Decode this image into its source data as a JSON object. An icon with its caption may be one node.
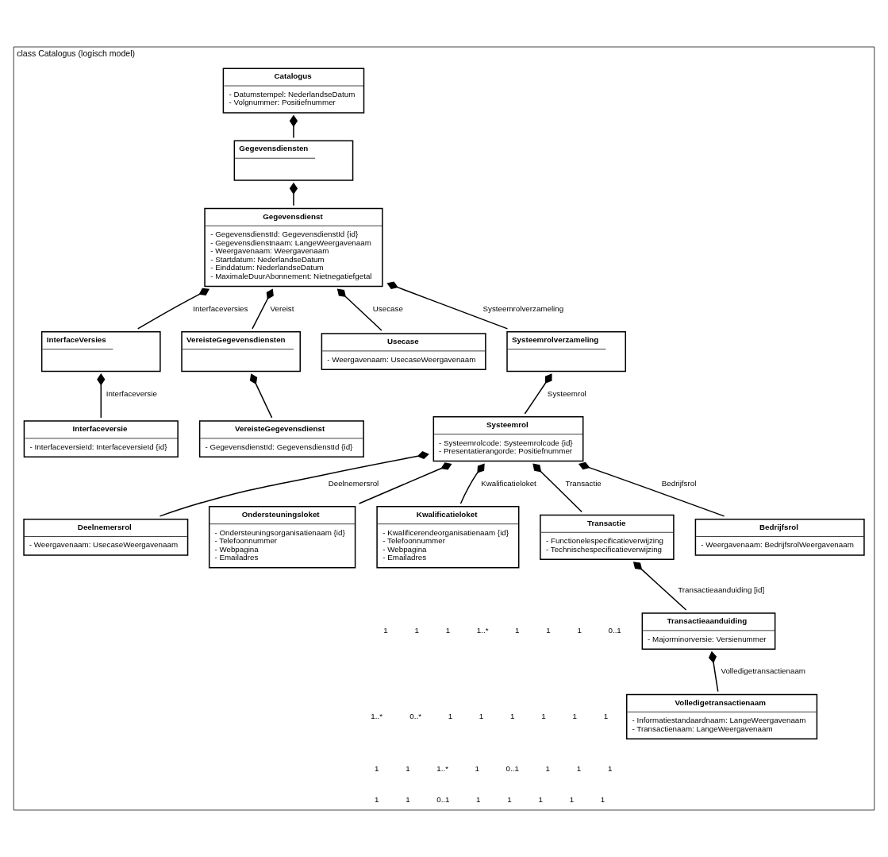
{
  "diagram": {
    "nodes": [
      {
        "text": [
          "class Catalogus (logisch model)"
        ]
      },
      {
        "text": [
          "Catalogus",
          "- Datumstempel: NederlandseDatum",
          "- Volgnummer: Positiefnummer"
        ],
        "in": 0
      },
      {
        "text": [
          "InterfaceVersies"
        ],
        "in": 0
      },
      {
        "text": [
          "Gegevensdiensten"
        ],
        "in": 0
      },
      {
        "text": [
          "VereisteGegevensdiensten"
        ],
        "in": 0
      },
      {
        "text": [
          "VereisteGegevensdienst",
          "- GegevensdienstId: GegevensdienstId {id}"
        ],
        "in": 0
      },
      {
        "text": [
          "Interfaceversie",
          "- InterfaceversieId: InterfaceversieId {id}"
        ],
        "in": 0
      },
      {
        "text": [
          "Gegevensdienst",
          "- GegevensdienstId: GegevensdienstId {id}",
          "- Gegevensdienstnaam: LangeWeergavenaam",
          "- Weergavenaam: Weergavenaam",
          "- Startdatum: NederlandseDatum",
          "- Einddatum: NederlandseDatum",
          "- MaximaleDuurAbonnement: Nietnegatiefgetal"
        ],
        "in": 0
      },
      {
        "text": [
          "Usecase",
          "- Weergavenaam: UsecaseWeergavenaam"
        ],
        "in": 0
      },
      {
        "text": [
          "Systeemrolverzameling"
        ],
        "in": 0
      },
      {
        "text": [
          "Deelnemersrol",
          "- Weergavenaam: UsecaseWeergavenaam"
        ],
        "in": 0
      },
      {
        "text": [
          "Ondersteuningsloket",
          "- Ondersteuningsorganisatienaam {id}",
          "- Telefoonnummer",
          "- Webpagina",
          "- Emailadres"
        ],
        "in": 0
      },
      {
        "text": [
          "Systeemrol",
          "- Systeemrolcode: Systeemrolcode {id}",
          "- Presentatierangorde: Positiefnummer"
        ],
        "in": 0
      },
      {
        "text": [
          "Kwalificatieloket",
          "- Kwalificerendeorganisatienaam {id}",
          "- Telefoonnummer",
          "- Webpagina",
          "- Emailadres"
        ],
        "in": 0
      },
      {
        "text": [
          "Transactie",
          "- Functionelespecificatieverwijzing",
          "- Technischespecificatieverwijzing"
        ],
        "in": 0
      },
      {
        "text": [
          "Bedrijfsrol",
          "- Weergavenaam: BedrijfsrolWeergavenaam"
        ],
        "in": 0
      },
      {
        "text": [
          "Transactieaanduiding",
          "- Majorminorversie: Versienummer"
        ],
        "in": 0
      },
      {
        "text": [
          "Volledigetransactienaam",
          "- Informatiestandaardnaam: LangeWeergavenaam",
          "- Transactienaam: LangeWeergavenaam"
        ],
        "in": 0
      }
    ],
    "edges": [
      {
        "from": 1,
        "to": 3,
        "arrow": "other"
      },
      {
        "from": 2,
        "to": 6,
        "arrow": "other",
        "label": "Interfaceversie"
      },
      {
        "from": 7,
        "to": 2,
        "arrow": "other",
        "label": "Interfaceversies"
      },
      {
        "from": 3,
        "to": 7,
        "arrow": "other"
      },
      {
        "from": 7,
        "to": 4,
        "arrow": "other",
        "label": "Vereist"
      },
      {
        "from": 4,
        "to": 5,
        "arrow": "other"
      },
      {
        "from": 7,
        "to": 8,
        "arrow": "other",
        "label": "Usecase"
      },
      {
        "from": 7,
        "to": 9,
        "arrow": "other",
        "label": "Systeemrolverzameling"
      },
      {
        "from": 9,
        "to": 12,
        "arrow": "other",
        "label": "Systeemrol"
      },
      {
        "from": 12,
        "to": 10,
        "arrow": "other",
        "label": "Deelnemersrol"
      },
      {
        "from": 12,
        "to": 11,
        "arrow": "other"
      },
      {
        "from": 12,
        "to": 13,
        "arrow": "other",
        "label": "Kwalificatieloket"
      },
      {
        "from": 12,
        "to": 14,
        "arrow": "other",
        "label": "Transactie"
      },
      {
        "from": 12,
        "to": 15,
        "arrow": "other",
        "label": "Bedrijfsrol"
      },
      {
        "from": 14,
        "to": 16,
        "arrow": "other",
        "label": "Transactieaanduiding [id]"
      },
      {
        "from": 16,
        "to": 17,
        "arrow": "other",
        "label": "Volledigetransactienaam"
      }
    ],
    "labels": [
      "1",
      "1",
      "1",
      "1..*",
      "1",
      "1",
      "1",
      "0..1",
      "1..*",
      "0..*",
      "1",
      "1",
      "1",
      "1",
      "1",
      "1",
      "1",
      "1",
      "1..*",
      "1",
      "0..1",
      "1",
      "1",
      "1",
      "1",
      "1",
      "0..1",
      "1",
      "1",
      "1",
      "1",
      "1"
    ]
  }
}
